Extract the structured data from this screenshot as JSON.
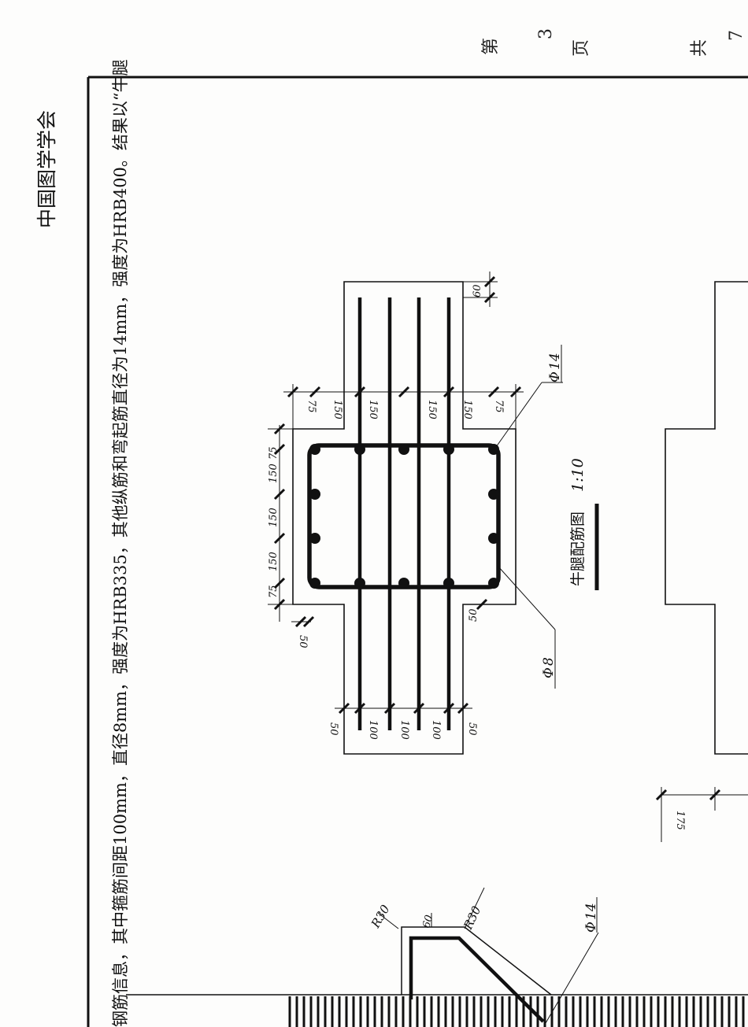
{
  "header": {
    "org": "中国图学学会",
    "page_di": "第",
    "page_no": "3",
    "page_ye": "页",
    "total_gong": "共",
    "total_no": "7"
  },
  "instruction": "钢筋信息，其中箍筋间距100mm，直径8mm，强度为HRB335，其他纵筋和弯起筋直径为14mm，强度为HRB400。结果以“牛腿",
  "section": {
    "title": "牛腿配筋图",
    "scale": "1:10",
    "bar_main": "14",
    "bar_stirrup": "8",
    "dims_vertical": [
      "75",
      "150",
      "150",
      "150",
      "75"
    ],
    "dim_50_top": "50",
    "dim_50_side": "50",
    "dim_60": "60",
    "dims_top": [
      "75",
      "150",
      "150",
      "150",
      "150",
      "75"
    ],
    "dims_bottom": [
      "50",
      "100",
      "100",
      "100",
      "50"
    ]
  },
  "elevation": {
    "dim_175": "175",
    "bar_main": "14",
    "r_left": "R30",
    "r_right": "R30",
    "dim_60": "60"
  },
  "colors": {
    "ink": "#111111",
    "paper": "#fdfdfc"
  }
}
